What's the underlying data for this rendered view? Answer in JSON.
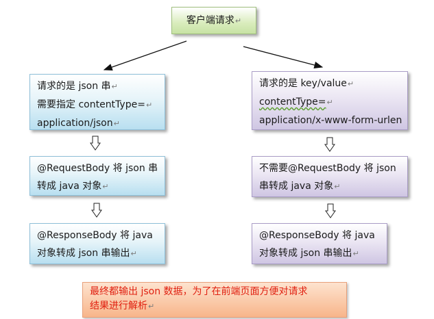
{
  "nodes": {
    "client": {
      "text": "客户端请求"
    },
    "left": {
      "step1": [
        "请求的是 json 串",
        "需要指定 contentType=",
        "application/json"
      ],
      "step2": [
        "@RequestBody 将 json 串",
        "转成 java 对象"
      ],
      "step3": [
        "@ResponseBody  将  java",
        "对象转成 json 串输出"
      ]
    },
    "right": {
      "step1": [
        "请求的是 key/value",
        "contentType=",
        "application/x-www-form-urlen"
      ],
      "step2": [
        "不需要@RequestBody 将 json",
        "串转成 java 对象"
      ],
      "step3": [
        "@ResponseBody  将  java",
        "对象转成 json 串输出"
      ]
    },
    "summary": [
      "最终都输出 json 数据，为了在前端页面方便对请求",
      "结果进行解析"
    ]
  },
  "colors": {
    "client_fill": "#d9ecbc",
    "left_fill": "#b8dff0",
    "right_fill": "#cfc6e3",
    "summary_fill": "#f8b58a",
    "summary_text": "#e02010"
  }
}
